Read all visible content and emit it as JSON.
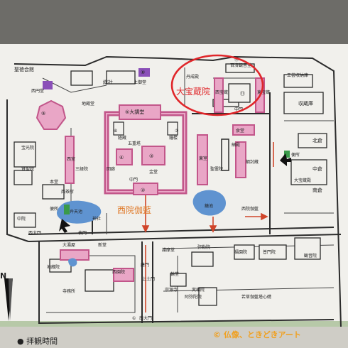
{
  "colors": {
    "paper": "#f1f0ec",
    "page": "#d8d6d0",
    "ink": "#2b2b2b",
    "hall_pink": "#c2568a",
    "hall_pink_light": "#e9a6c6",
    "water_blue": "#5f93d0",
    "purple_badge": "#8a4fb8",
    "annotation_red": "#e0262a",
    "annotation_orange": "#e07a2a",
    "route_red": "#d0452a",
    "accent_green": "#3a9a4a",
    "watermark": "#f0a020"
  },
  "map": {
    "annotations": {
      "treasure_house": "大宝蔵院",
      "west_precinct": "西院伽藍",
      "watermark": "© 仏像、ときどきアート"
    },
    "north_label": "N",
    "bottom_text": "● 拝観時間",
    "labels": [
      "聖徳会館",
      "総社",
      "上御堂",
      "西円堂",
      "地蔵堂",
      "経蔵",
      "鐘楼",
      "⑤大講堂",
      "⑥",
      "⑦",
      "五重塔",
      "④",
      "③",
      "金堂",
      "回廊",
      "中門",
      "②",
      "西室",
      "三経院",
      "東室",
      "聖霊院",
      "食堂",
      "綱封蔵",
      "細殿",
      "鏡池",
      "弁天池",
      "西院伽藍",
      "本堂",
      "西茶所",
      "便所",
      "西大門",
      "表門",
      "北倉",
      "中倉",
      "南倉",
      "大宝蔵殿",
      "便所",
      "収蔵庫",
      "工芸収納庫",
      "丹成殿",
      "百済観音堂",
      "西宝蔵",
      "東宝蔵",
      "⑪",
      "中門",
      "弥勒院",
      "護摩堂",
      "輪堂",
      "大湯屋",
      "新堂",
      "西園院",
      "唐門",
      "寺務所",
      "上土門",
      "南大門",
      "①",
      "宗源寺",
      "福園院",
      "普門院",
      "観音院",
      "若草伽藍塔心礎",
      "地蔵院",
      "宝光院",
      "賢聖院",
      "中院",
      "実相院",
      "阿弥陀院",
      "神社",
      "⑨",
      "⑧",
      "⑫"
    ]
  }
}
